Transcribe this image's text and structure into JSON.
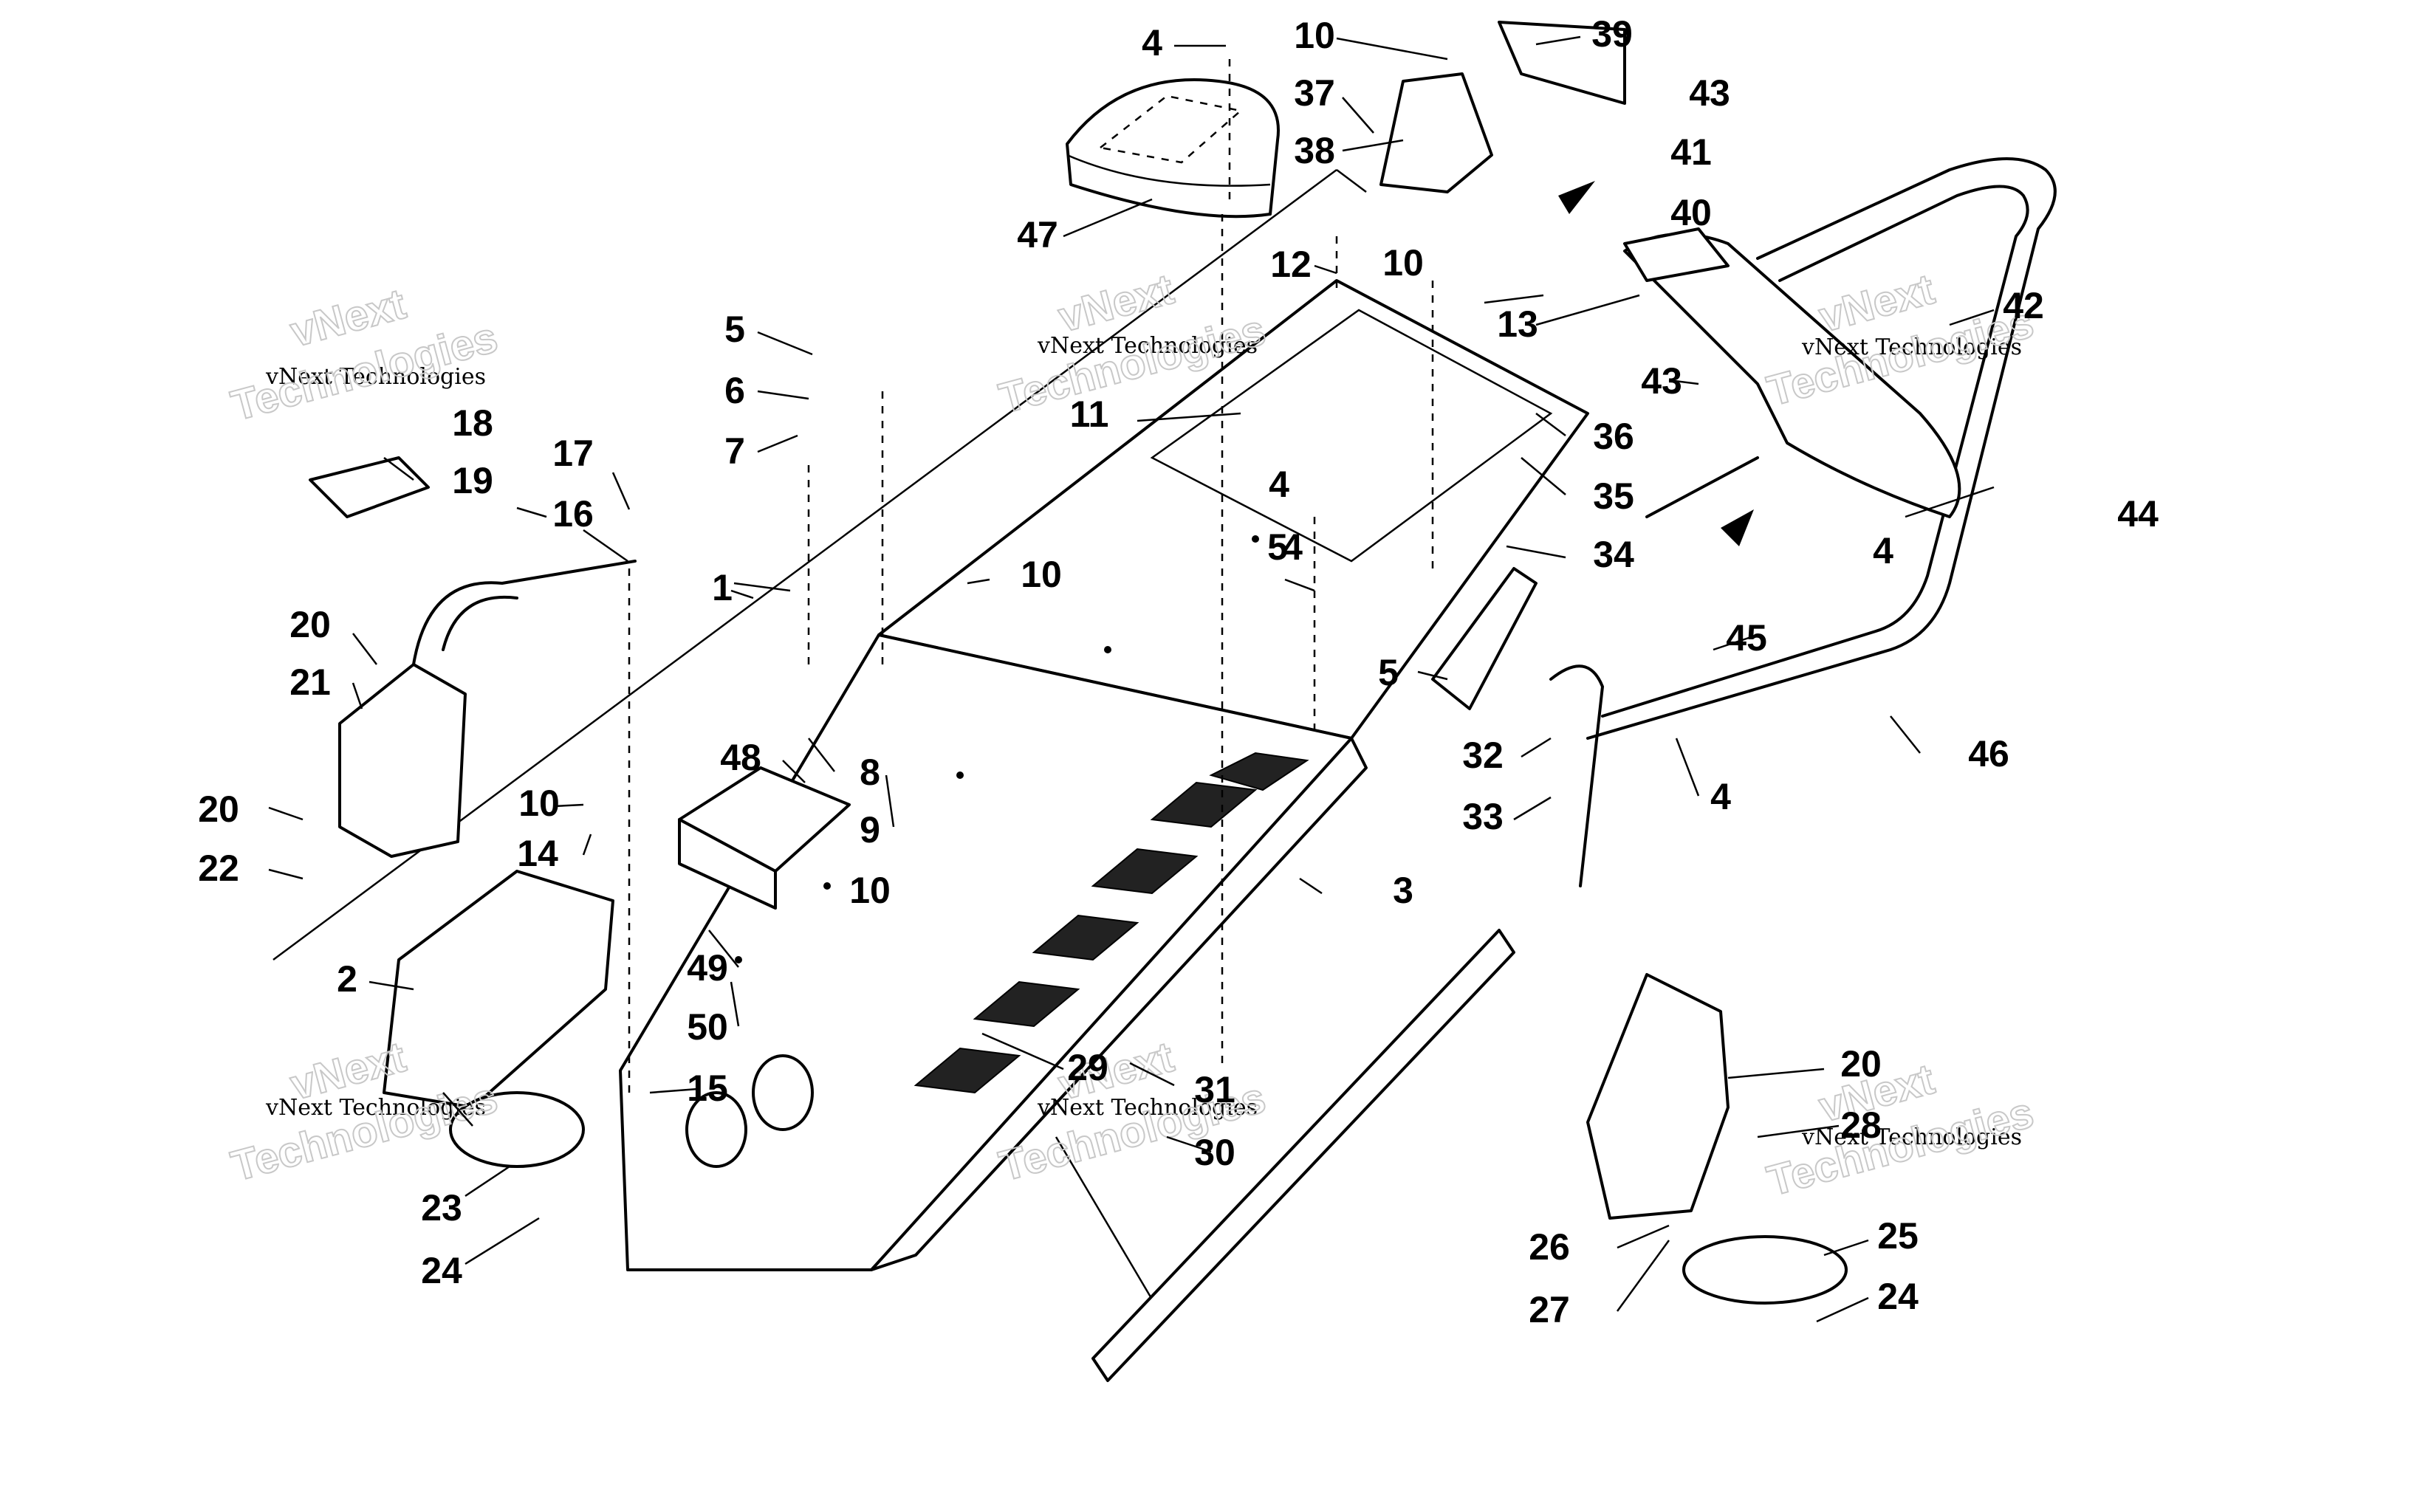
{
  "watermark": {
    "line1": "vNext Technologies",
    "line2": "Technologies",
    "line3": "vNext"
  },
  "callouts": [
    "1",
    "2",
    "3",
    "4",
    "4",
    "4",
    "4",
    "4",
    "5",
    "5",
    "5",
    "6",
    "7",
    "8",
    "9",
    "10",
    "10",
    "10",
    "10",
    "10",
    "11",
    "12",
    "13",
    "14",
    "15",
    "16",
    "17",
    "18",
    "19",
    "20",
    "20",
    "20",
    "21",
    "22",
    "23",
    "24",
    "24",
    "25",
    "26",
    "27",
    "28",
    "29",
    "30",
    "31",
    "32",
    "33",
    "34",
    "35",
    "36",
    "37",
    "38",
    "39",
    "40",
    "41",
    "42",
    "43",
    "43",
    "44",
    "45",
    "46",
    "47",
    "48",
    "49",
    "50"
  ]
}
